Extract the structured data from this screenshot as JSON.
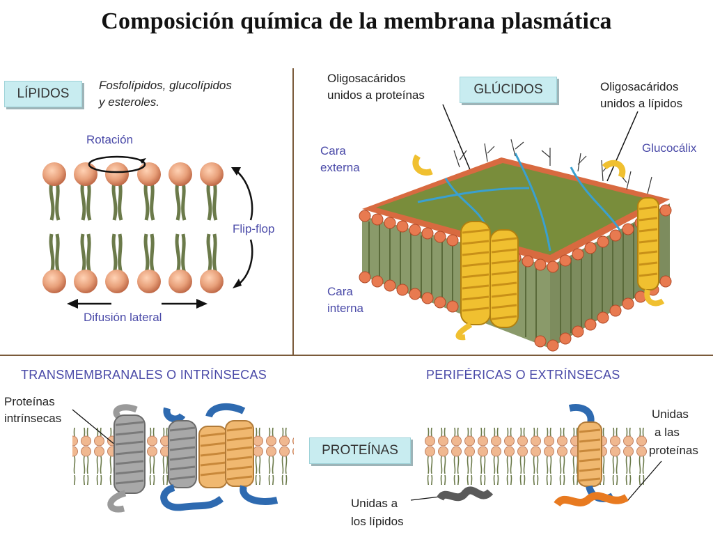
{
  "title": "Composición química de la membrana plasmática",
  "lipidos": {
    "box_label": "LÍPIDOS",
    "description_line1": "Fosfolípidos, glucolípidos",
    "description_line2": "y esteroles.",
    "rotation": "Rotación",
    "flip_flop": "Flip-flop",
    "lateral_diffusion": "Difusión lateral"
  },
  "glucidos": {
    "box_label": "GLÚCIDOS",
    "oligo_proteins_line1": "Oligosacáridos",
    "oligo_proteins_line2": "unidos a proteínas",
    "oligo_lipids_line1": "Oligosacáridos",
    "oligo_lipids_line2": "unidos a lípidos",
    "external_face_line1": "Cara",
    "external_face_line2": "externa",
    "internal_face_line1": "Cara",
    "internal_face_line2": "interna",
    "glycocalyx": "Glucocálix"
  },
  "proteinas": {
    "box_label": "PROTEÍNAS",
    "transmembrane_heading": "TRANSMEMBRANALES O INTRÍNSECAS",
    "peripheral_heading": "PERIFÉRICAS O EXTRÍNSECAS",
    "intrinsic_line1": "Proteínas",
    "intrinsic_line2": "intrínsecas",
    "lipid_bound_line1": "Unidas a",
    "lipid_bound_line2": "los lípidos",
    "protein_bound_line1": "Unidas",
    "protein_bound_line2": "a las",
    "protein_bound_line3": "proteínas"
  },
  "colors": {
    "head": "#e8a07a",
    "tail": "#6b7a4a",
    "label_blue": "#4a4aa8",
    "box_fill": "#c8ecf0",
    "helix_yellow": "#f0c030",
    "helix_gray": "#9a9a9a",
    "helix_tan": "#f0b870",
    "protein_blue": "#2e6ab0",
    "protein_orange": "#e87a20",
    "carb_blue": "#3aa0d0",
    "carb_green": "#4a9a3a"
  },
  "icons": [
    "curved-arrow-icon",
    "straight-arrow-icon"
  ]
}
